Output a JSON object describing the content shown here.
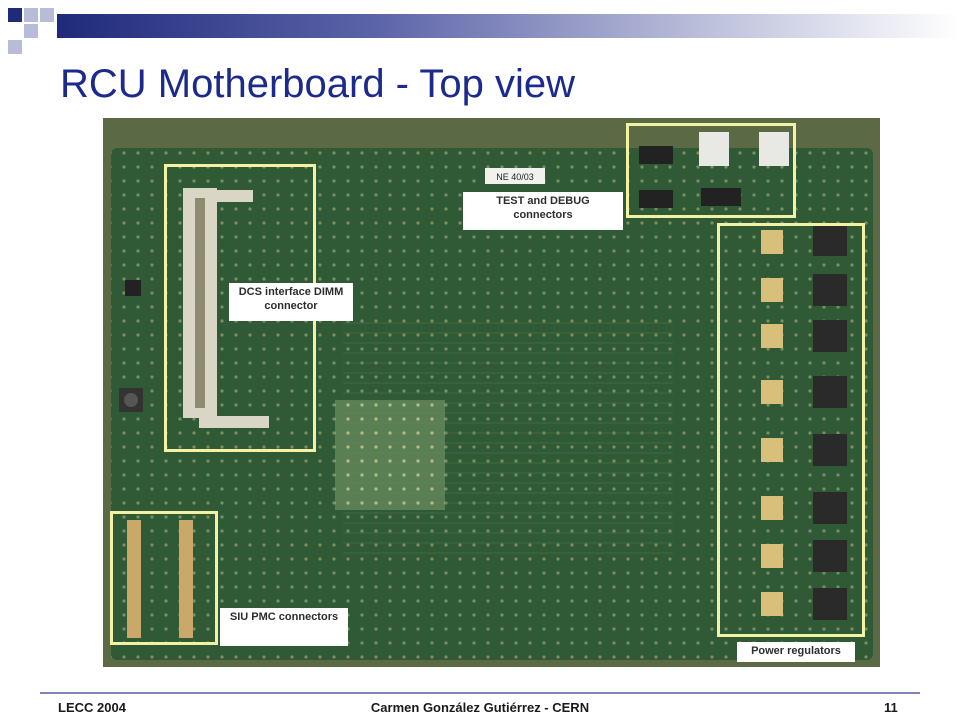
{
  "slide": {
    "title": "RCU Motherboard - Top view"
  },
  "board_labels": {
    "test_debug": "TEST and DEBUG connectors",
    "dcs": "DCS interface DIMM connector",
    "siu": "SIU PMC connectors",
    "power": "Power regulators",
    "silkscreen_tag": "NE 40/03"
  },
  "footer": {
    "left": "LECC 2004",
    "center": "Carmen González Gutiérrez - CERN",
    "page": "11"
  },
  "colors": {
    "title": "#1b2a8c",
    "highlight": "#f3f1a4",
    "board": "#355a3a"
  }
}
